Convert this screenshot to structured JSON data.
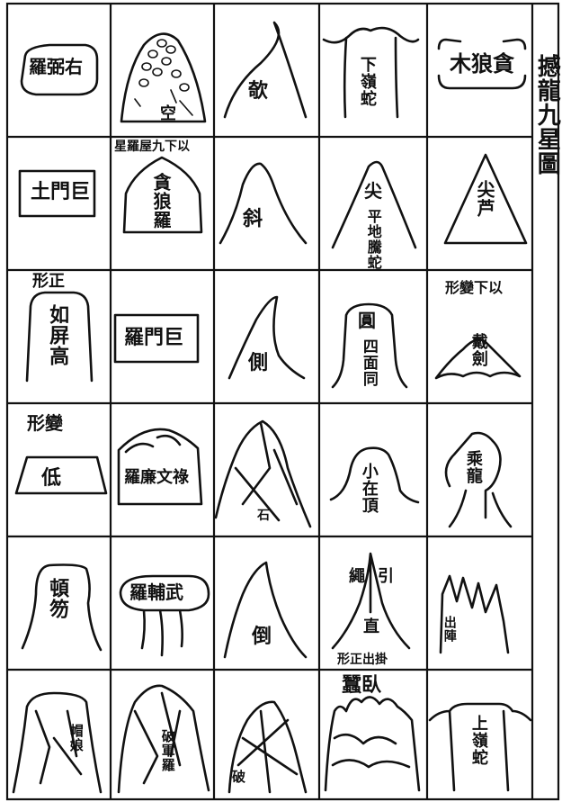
{
  "title": "撼龍九星圖",
  "cells": {
    "r1c1": "羅弼右",
    "r1c2": "空",
    "r1c3": "欹",
    "r1c4": "下嶺蛇",
    "r1c5": "木狼貪",
    "r2_caption": "星羅屋九下以",
    "r2c1": "土門巨",
    "r2c2": "貪狼羅",
    "r2c3": "斜",
    "r2c4_top": "尖",
    "r2c4_body": "平地騰蛇",
    "r2c5": "尖芦",
    "r3_caption_left": "形正",
    "r3_caption_right": "形變下以",
    "r3c1": "如屏高",
    "r3c2": "羅門巨",
    "r3c3": "側",
    "r3c4_top": "圓",
    "r3c4_body": "四面同",
    "r3c5": "戴劍",
    "r4_caption": "形變",
    "r4c1": "低",
    "r4c2": "羅廉文祿",
    "r4c3": "石",
    "r4c4": "小在頂",
    "r4c5": "乘龍",
    "r5c1": "頓笏",
    "r5c2": "羅輔武",
    "r5c3": "倒",
    "r5c4_left": "繩",
    "r5c4_right": "引",
    "r5c4_mid": "直",
    "r5c4_caption": "形正出掛",
    "r5c5": "出陣",
    "r6_caption": "蠶臥",
    "r6c1": "帽娘",
    "r6c2": "破軍羅",
    "r6c3": "破",
    "r6c5": "上嶺蛇"
  }
}
